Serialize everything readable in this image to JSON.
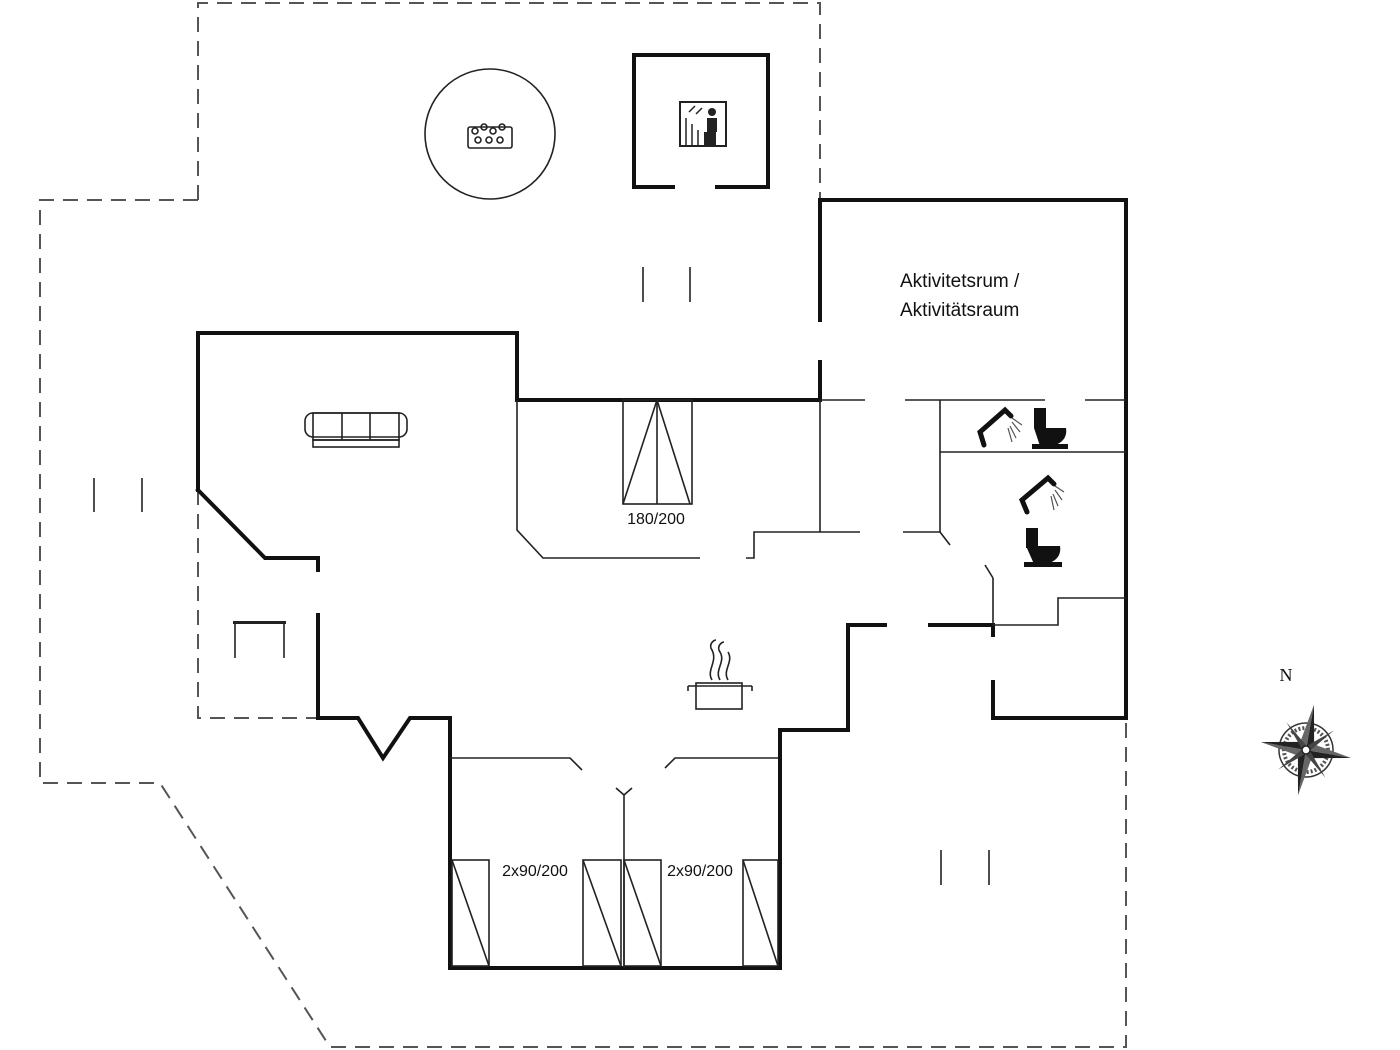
{
  "rooms": {
    "activity_line1": "Aktivitetsrum /",
    "activity_line2": "Aktivitätsraum"
  },
  "beds": {
    "master": "180/200",
    "bedroom_left": "2x90/200",
    "bedroom_right": "2x90/200"
  },
  "compass": {
    "north_label": "N"
  },
  "icons": [
    "hot-tub-icon",
    "sauna-icon",
    "sofa-icon",
    "kitchen-pot-icon",
    "shower-icon",
    "toilet-icon",
    "fireplace-icon",
    "compass-rose-icon"
  ]
}
